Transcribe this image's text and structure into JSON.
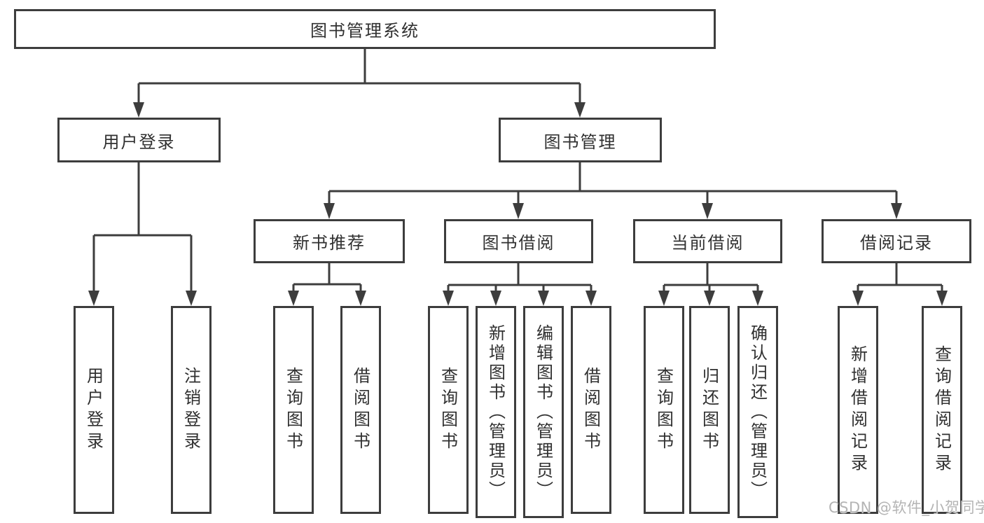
{
  "root": {
    "label": "图书管理系统"
  },
  "nodes": {
    "user_login": "用户登录",
    "book_management": "图书管理",
    "new_book_recommend": "新书推荐",
    "book_borrow": "图书借阅",
    "current_borrow": "当前借阅",
    "borrow_records": "借阅记录"
  },
  "leaves": {
    "user_login": {
      "login": "用户登录",
      "logout": "注销登录"
    },
    "new_book_recommend": {
      "query_books": "查询图书",
      "borrow_books": "借阅图书"
    },
    "book_borrow": {
      "query_books": "查询图书",
      "add_books_admin": "新增图书（管理员）",
      "edit_books_admin": "编辑图书（管理员）",
      "borrow_books": "借阅图书"
    },
    "current_borrow": {
      "query_books": "查询图书",
      "return_books": "归还图书",
      "confirm_return_admin": "确认归还（管理员）"
    },
    "borrow_records": {
      "add_record": "新增借阅记录",
      "query_record": "查询借阅记录"
    }
  },
  "watermark": {
    "text": "CSDN @软件_小贺同学"
  },
  "colors": {
    "line": "#3d3d3d",
    "text": "#303030",
    "watermark": "#b4b4b4",
    "background": "#ffffff"
  }
}
